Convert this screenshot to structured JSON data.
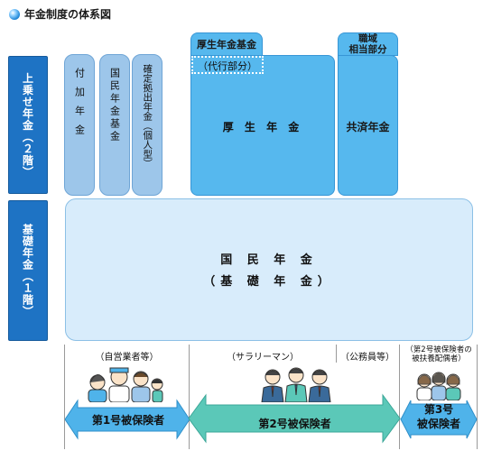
{
  "title": "年金制度の体系図",
  "sidebar": {
    "upper": "上乗せ年金（２階）",
    "lower": "基礎年金（１階）"
  },
  "upper_pills": {
    "fuka": "付加年金",
    "kokumin_kikin": "国民年金基金",
    "kakutei": "確定拠出年金（個人型）"
  },
  "kousei": {
    "kikin_title": "厚生年金基金",
    "daikou": "（代行部分）",
    "nenkin": "厚 生 年 金"
  },
  "kyosai": {
    "shokuiki_line1": "職域",
    "shokuiki_line2": "相当部分",
    "nenkin": "共済年金"
  },
  "kiso": {
    "line1": "国 民 年 金",
    "line2": "（基 礎 年 金）"
  },
  "groups": {
    "jieigyo": "（自営業者等）",
    "salaryman": "（サラリーマン）",
    "koumuin": "（公務員等）",
    "dai3_line1": "（第2号被保険者の",
    "dai3_line2": "被扶養配偶者）"
  },
  "insured": {
    "dai1": "第1号被保険者",
    "dai2": "第2号被保険者",
    "dai3_line1": "第3号",
    "dai3_line2": "被保険者"
  },
  "colors": {
    "sidebar": "#1e73c4",
    "pill": "#9dc6ea",
    "kousei": "#56b8ee",
    "kiso": "#d8ecfb",
    "arrow_blue": "#4fb3ea",
    "arrow_teal": "#5bc8b8"
  }
}
